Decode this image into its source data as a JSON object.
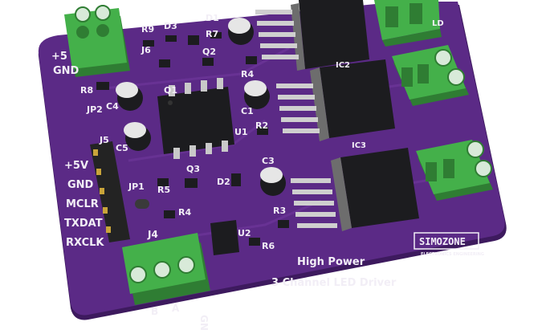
{
  "board": {
    "title_line1": "High Power",
    "title_line2": "3 Channel LED Driver",
    "brand": "SIMOZONE",
    "brand_sub": "ELECTRONICS ENGINEERING"
  },
  "labels": {
    "plus5v_top": "+5",
    "gnd_top": "GND",
    "r9": "R9",
    "d3": "D3",
    "d1": "D1",
    "r7": "R7",
    "j6": "J6",
    "q2": "Q2",
    "r8": "R8",
    "jp2": "JP2",
    "c4": "C4",
    "q1": "Q1",
    "r4_top": "R4",
    "c1": "C1",
    "u1": "U1",
    "r2": "R2",
    "j5": "J5",
    "c5": "C5",
    "ic2": "IC2",
    "ic3": "IC3",
    "ld": "LD",
    "jp1": "JP1",
    "r5": "R5",
    "q3": "Q3",
    "d2": "D2",
    "c3": "C3",
    "r4_bottom": "R4",
    "u2": "U2",
    "r3": "R3",
    "r6": "R6",
    "j4": "J4",
    "pin_5v": "+5V",
    "pin_gnd": "GND",
    "pin_mclr": "MCLR",
    "pin_txdat": "TXDAT",
    "pin_rxclk": "RXCLK",
    "term_b": "B",
    "term_a": "A",
    "term_gnd": "GND"
  },
  "colors": {
    "pcb": "#5b2a86",
    "pcb_edge": "#3d1a5e",
    "silkscreen": "#f2eef6",
    "terminal": "#44b04a",
    "terminal_dark": "#2f7d33",
    "ic_body": "#1c1c1f",
    "pad": "#c9c9c9",
    "header": "#232323",
    "gold": "#c9a43a"
  }
}
